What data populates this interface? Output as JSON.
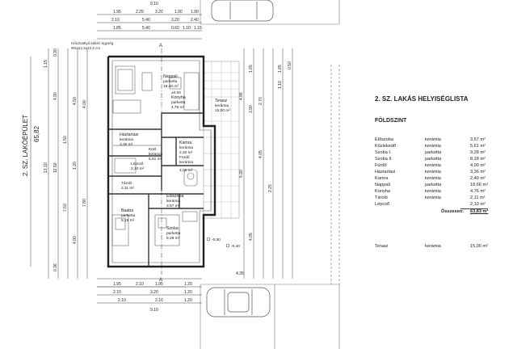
{
  "plan": {
    "building_label": "2. SZ. LAKÓÉPÜLET",
    "length_label": "65,82",
    "access_note_1": "Hőszivattyú kültéri egység",
    "access_note_2": "90x111,5x42,5 cm",
    "room_labels": {
      "nappali": {
        "name": "Nappali",
        "mat": "parketta",
        "area": "18,40 m²"
      },
      "konyha": {
        "name": "Konyha",
        "mat": "parketta",
        "area": "4,76 m²"
      },
      "terasz": {
        "name": "Terasz",
        "mat": "kerámia",
        "area": "15,00 m²"
      },
      "haztartasi": {
        "name": "Háztartási",
        "mat": "kerámia",
        "area": "3,36 m²"
      },
      "kozlekedo": {
        "name": "Közl.",
        "mat": "kerámia",
        "area": "5,61 m²"
      },
      "kamra": {
        "name": "Kamra",
        "mat": "kerámia",
        "area": "2,40 m²"
      },
      "furdo": {
        "name": "Fürdő",
        "mat": "kerámia",
        "area": "4,00 m²"
      },
      "lepcso": {
        "name": "Lépcső",
        "area": "2,10 m²"
      },
      "tarolo": {
        "name": "Tároló",
        "area": "2,11 m²"
      },
      "eloszoba": {
        "name": "Előszoba",
        "mat": "kerámia",
        "area": "3,57 m²"
      },
      "szoba1": {
        "name": "Szoba",
        "mat": "parketta",
        "area": "9,28 m²"
      },
      "szoba2": {
        "name": "Baaba",
        "mat": "parketta",
        "area": "8,18 m²"
      }
    },
    "level_labels": {
      "zero": "±0.00",
      "minus30": "-0.30",
      "minus40": "-0.40"
    },
    "section_mark": "A",
    "top_dims_row1": [
      "1.95",
      "2.25",
      "3.20",
      "1.90",
      "1.90"
    ],
    "top_dims_row2": [
      "2.10",
      "5.40",
      "3.20",
      "2.40"
    ],
    "top_dims_row3": [
      "1.85",
      "5.40",
      "0.60",
      "1.10",
      "1.15"
    ],
    "top_total": "9.10",
    "bottom_dims_row1": [
      "1.95",
      "2.10",
      "1.95",
      "1.20"
    ],
    "bottom_dims_row2": [
      "2.10",
      "3.20",
      "1.20"
    ],
    "bottom_dims_row3": [
      "2.10",
      "2.10",
      "1.20"
    ],
    "bottom_total": "9.10",
    "bottom_right_dim": "4.35",
    "left_dims": [
      "1.15",
      "4.90",
      "1.50",
      "1.20",
      "7.80",
      "7.60",
      "4.50",
      "13.10",
      "12.50",
      "4.00",
      "0.30",
      "0.36",
      "4.00"
    ],
    "right_dims": [
      "1.65",
      "3.90",
      "2.70",
      "4.05",
      "5.30",
      "4.05",
      "2.25",
      "4.86",
      "1.10",
      "1.65",
      "0.50"
    ]
  },
  "panel": {
    "title": "2. SZ. LAKÁS HELYISÉGLISTA",
    "subtitle": "FÖLDSZINT",
    "rooms": [
      {
        "name": "Előszoba",
        "material": "kerámia",
        "area": "3,57 m²"
      },
      {
        "name": "Közlekedő",
        "material": "kerámia",
        "area": "5,61 m²"
      },
      {
        "name": "Szoba I.",
        "material": "parketta",
        "area": "9,28 m²"
      },
      {
        "name": "Szoba II.",
        "material": "parketta",
        "area": "8,18 m²"
      },
      {
        "name": "Fürdő",
        "material": "kerámia",
        "area": "4,00 m²"
      },
      {
        "name": "Háztartási",
        "material": "kerámia",
        "area": "3,36 m²"
      },
      {
        "name": "Kamra",
        "material": "kerámia",
        "area": "2,40 m²"
      },
      {
        "name": "Nappali",
        "material": "parketta",
        "area": "18,66 m²"
      },
      {
        "name": "Konyha",
        "material": "kerámia",
        "area": "4,76 m²"
      },
      {
        "name": "Tároló",
        "material": "kerámia",
        "area": "2,11 m²"
      },
      {
        "name": "Lépcső",
        "material": "",
        "area": "2,10 m²"
      }
    ],
    "total_label": "Összesen:",
    "total_value": "63,83 m²",
    "terrace": {
      "name": "Terasz",
      "material": "kerámia",
      "area": "15,00 m²"
    }
  }
}
